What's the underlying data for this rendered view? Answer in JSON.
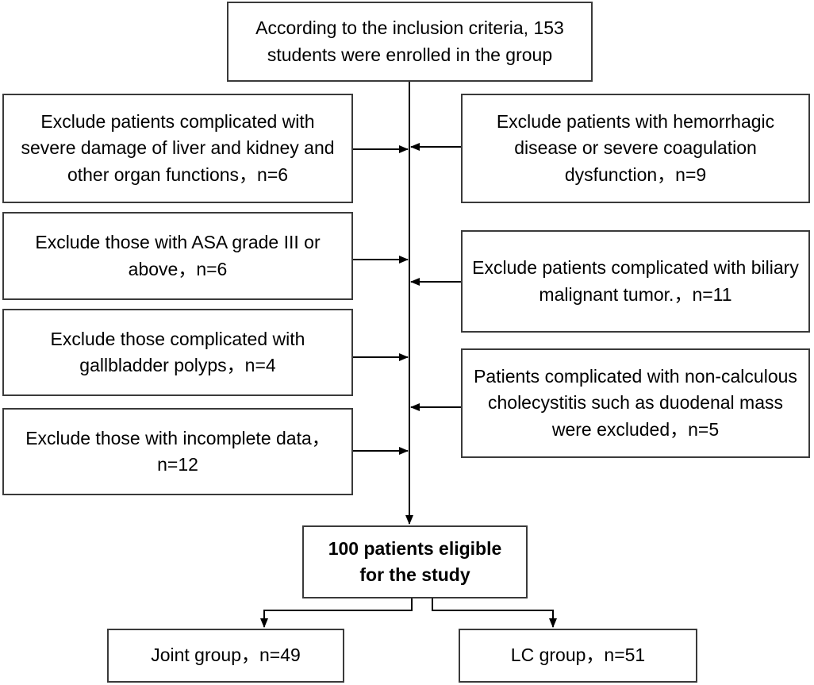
{
  "nodes": {
    "enrolled": "According to the inclusion criteria, 153 students were enrolled in the group",
    "exclude_liver": "Exclude patients complicated with severe damage of liver and kidney and other organ functions，n=6",
    "exclude_hemorrhagic": "Exclude patients with hemorrhagic disease or severe coagulation dysfunction，n=9",
    "exclude_asa": "Exclude those with ASA grade III or above，n=6",
    "exclude_biliary": "Exclude patients complicated with biliary malignant tumor.，n=11",
    "exclude_polyps": "Exclude those complicated with gallbladder polyps，n=4",
    "exclude_noncalculous": "Patients complicated with non-calculous cholecystitis such as duodenal mass were excluded，n=5",
    "exclude_incomplete": "Exclude those with incomplete data，n=12",
    "eligible": "100 patients eligible for the study",
    "joint_group": "Joint group，n=49",
    "lc_group": "LC group，n=51"
  },
  "colors": {
    "line": "#000000",
    "border": "#3a3a3a"
  }
}
